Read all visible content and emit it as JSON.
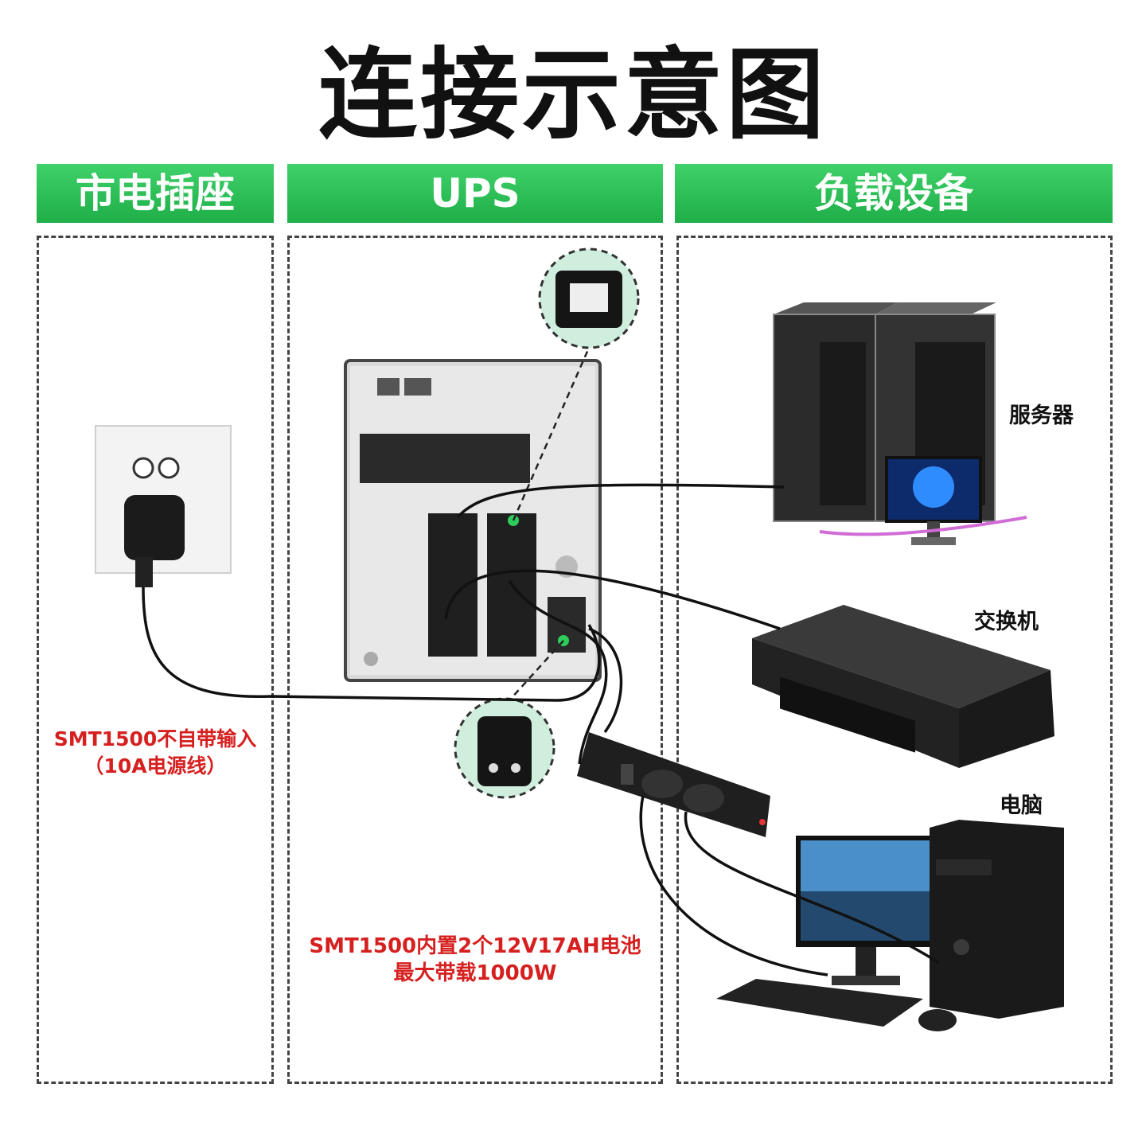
{
  "title": "连接示意图",
  "headers": {
    "mains": "市电插座",
    "ups": "UPS",
    "load": "负载设备"
  },
  "devices": {
    "server": "服务器",
    "switch": "交换机",
    "computer": "电脑"
  },
  "notes": {
    "input_line1": "SMT1500不自带输入",
    "input_line2": "（10A电源线）",
    "ups_line1": "SMT1500内置2个12V17AH电池",
    "ups_line2": "最大带载1000W"
  },
  "colors": {
    "header_green": "#22b24c",
    "note_red": "#d62020",
    "callout_mint": "#cfeedd"
  }
}
